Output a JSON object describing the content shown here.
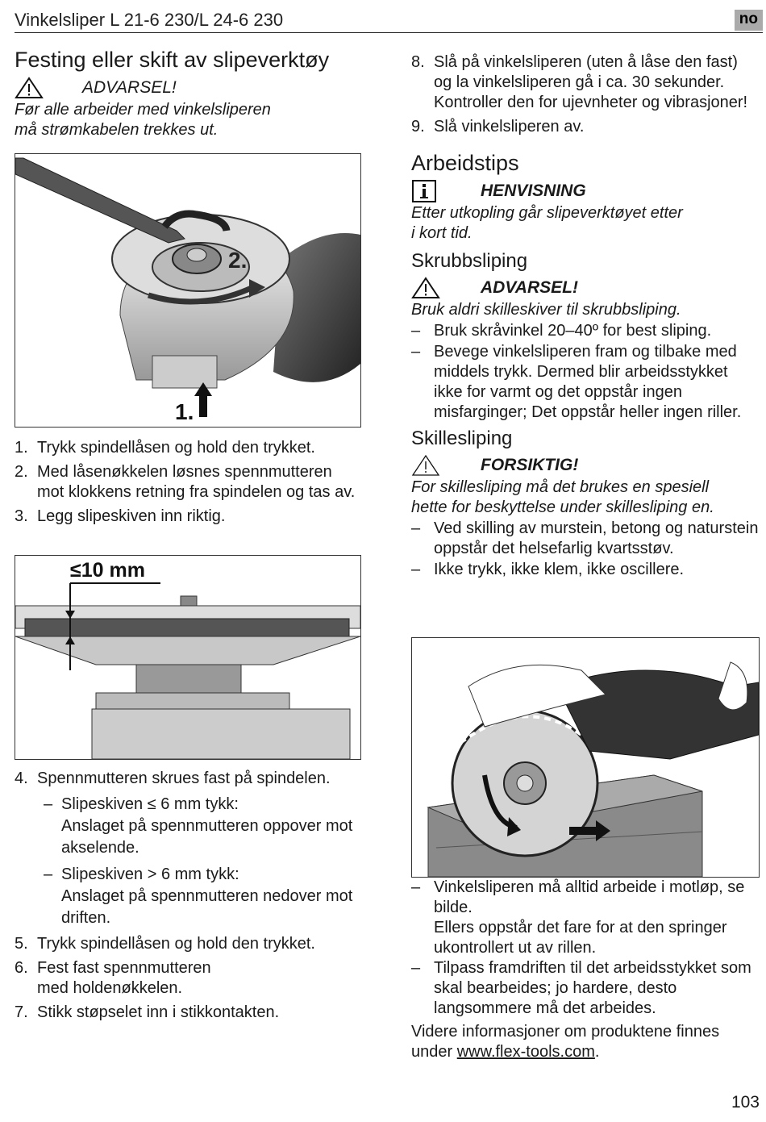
{
  "header": {
    "title": "Vinkelsliper L 21-6 230/L 24-6 230",
    "lang": "no"
  },
  "left": {
    "heading": "Festing eller skift av slipeverktøy",
    "warning_label": "ADVARSEL!",
    "warning_text_1": "Før alle arbeider med vinkelsliperen",
    "warning_text_2": "må strømkabelen trekkes ut.",
    "fig1_labels": {
      "step2": "2.",
      "step1": "1."
    },
    "steps_a": [
      {
        "num": "1.",
        "text": "Trykk spindellåsen og hold den trykket."
      },
      {
        "num": "2.",
        "text": "Med låsenøkkelen løsnes spennmutteren mot klokkens retning fra spindelen og tas av."
      },
      {
        "num": "3.",
        "text": "Legg slipeskiven inn riktig."
      }
    ],
    "fig2_label": "≤10 mm",
    "step4": {
      "num": "4.",
      "text": "Spennmutteren skrues fast på spindelen."
    },
    "sub_items": [
      {
        "num": "–",
        "line1": "Slipeskiven ≤ 6 mm tykk:",
        "line2": "Anslaget på spennmutteren oppover mot akselende."
      },
      {
        "num": "–",
        "line1": "Slipeskiven > 6 mm tykk:",
        "line2": "Anslaget på spennmutteren nedover mot driften."
      }
    ],
    "steps_b": [
      {
        "num": "5.",
        "text": "Trykk spindellåsen og hold den trykket."
      },
      {
        "num": "6.",
        "text": "Fest fast spennmutteren med holdenøkkelen."
      },
      {
        "num": "7.",
        "text": "Stikk støpselet inn i stikkontakten."
      }
    ]
  },
  "right": {
    "steps": [
      {
        "num": "8.",
        "text": "Slå på vinkelsliperen (uten å låse den fast) og la vinkelsliperen gå i ca. 30 sekunder. Kontroller den for ujevnheter og vibrasjoner!"
      },
      {
        "num": "9.",
        "text": "Slå vinkelsliperen av."
      }
    ],
    "heading": "Arbeidstips",
    "note_label": "HENVISNING",
    "note_text_1": "Etter utkopling går slipeverktøyet etter",
    "note_text_2": "i kort tid.",
    "rough": {
      "heading": "Skrubbsliping",
      "warning_label": "ADVARSEL!",
      "warning_text": "Bruk aldri skilleskiver til skrubbsliping.",
      "items": [
        "Bruk skråvinkel 20–40º for best sliping.",
        "Bevege vinkelsliperen fram og tilbake med middels trykk. Dermed blir arbeidsstykket ikke for varmt og det oppstår ingen misfarginger; Det oppstår heller ingen riller."
      ]
    },
    "cut": {
      "heading": "Skillesliping",
      "caution_label": "FORSIKTIG!",
      "caution_text_1": "For skillesliping må det brukes en spesiell",
      "caution_text_2": "hette for beskyttelse under skillesliping en.",
      "items": [
        "Ved skilling av murstein, betong og naturstein oppstår det helsefarlig kvartsstøv.",
        "Ikke trykk, ikke klem, ikke oscillere."
      ]
    },
    "after_items": [
      {
        "line1": "Vinkelsliperen må alltid arbeide i motløp, se bilde.",
        "line2": "Ellers oppstår det fare for at den springer ukontrollert ut av rillen."
      },
      {
        "line1": "Tilpass framdriften til det arbeidsstykket som skal bearbeides; jo hardere, desto langsommere må det arbeides.",
        "line2": ""
      }
    ],
    "info_text": "Videre informasjoner om produktene finnes under ",
    "info_link": "www.flex-tools.com",
    "info_end": "."
  },
  "page_number": "103"
}
